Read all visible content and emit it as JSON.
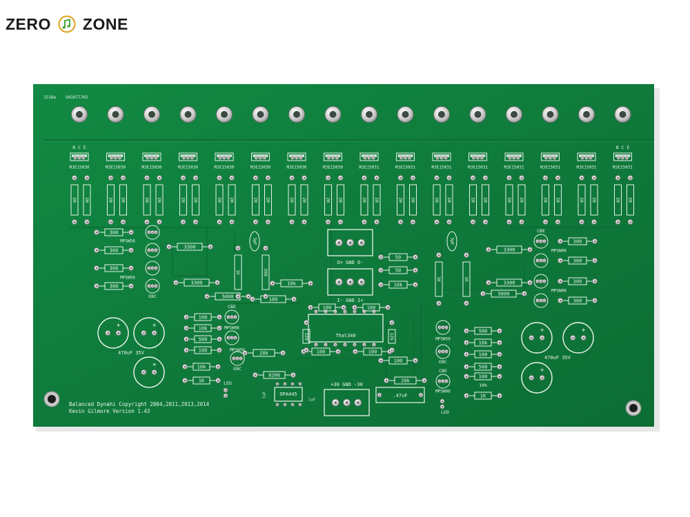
{
  "brand": {
    "word_left": "ZERO",
    "word_right": "ZONE",
    "colors": {
      "text": "#1a1a1a",
      "accent_green": "#49a33c",
      "accent_gold": "#e0a21c"
    }
  },
  "board": {
    "colors": {
      "solder_mask": "#0f7a3b",
      "mask_dark": "#0b6631",
      "silkscreen": "#e9f4ec",
      "pad": "#d9d9d9"
    },
    "corner_code": "1518a",
    "lot_code": "S010777H2",
    "transistors_top": [
      "MJE15030",
      "MJE15030",
      "MJE15030",
      "MJE15030",
      "MJE15030",
      "MJE15030",
      "MJE15030",
      "MJE15030",
      "MJE15031",
      "MJE15031",
      "MJE15031",
      "MJE15031",
      "MJE15031",
      "MJE15031",
      "MJE15031",
      "MJE15031"
    ],
    "bce_label": "B C E",
    "resistor_value": "20",
    "labels": {
      "r300": "300",
      "r3300": "3300",
      "r5000": "5000",
      "r100": "100",
      "r10k": "10k",
      "r1k": "1K",
      "r20k": "20k",
      "r50": "50",
      "r500": "500",
      "r8200": "8200",
      "r1k_v": "1K",
      "r390_v": "390",
      "r5p": "5pF",
      "mpsw56": "MPSW56",
      "mpsw06": "MPSW06",
      "ebc": "EBC",
      "cbe": "CBE",
      "gnd": "GND",
      "rail_pos": "+30",
      "rail_neg": "-30",
      "out_row": "O+  GND  O-",
      "in_row": "I-  GND  I+",
      "cap_main": "470uF 35V",
      "cap_47": ".47uF",
      "cap_1u": "1uF",
      "opamp": "OPA445",
      "chip": "That340",
      "led": "LED",
      "r12k": "12k"
    },
    "copyright_line1": "Balanced Dynahi Copyright 2004,2011,2013,2014",
    "copyright_line2": "Kevin Gilmore  Version 1.43"
  }
}
